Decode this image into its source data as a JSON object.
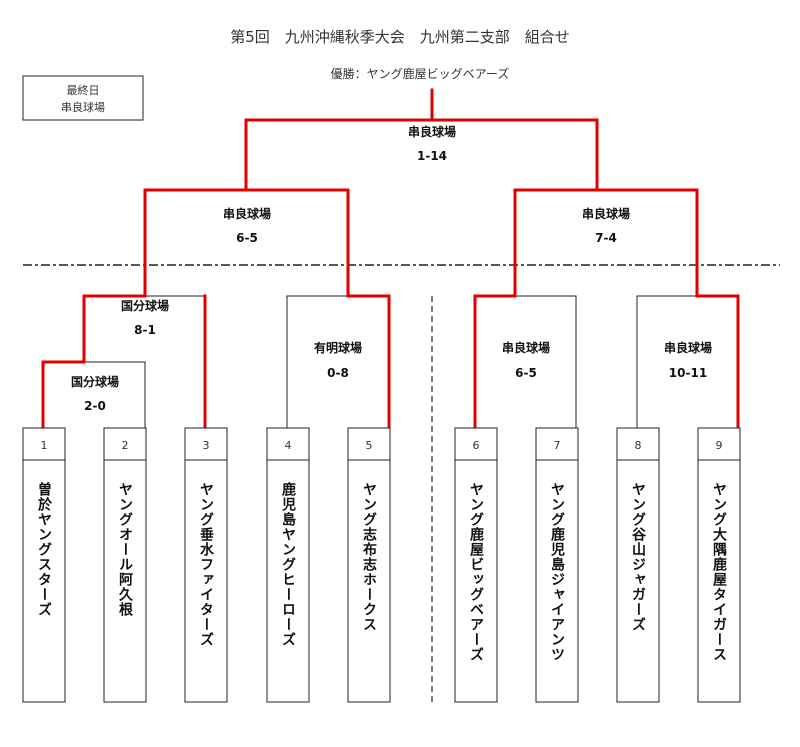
{
  "title": "第5回　九州沖縄秋季大会　九州第二支部　組合せ",
  "champion": "優勝：ヤング鹿屋ビッグベアーズ",
  "info_box": {
    "line1": "最終日",
    "line2": "串良球場"
  },
  "teams": [
    {
      "seed": "1",
      "name": "曽於ヤングスターズ"
    },
    {
      "seed": "2",
      "name": "ヤングオール阿久根"
    },
    {
      "seed": "3",
      "name": "ヤング垂水ファイターズ"
    },
    {
      "seed": "4",
      "name": "鹿児島ヤングヒーローズ"
    },
    {
      "seed": "5",
      "name": "ヤング志布志ホークス"
    },
    {
      "seed": "6",
      "name": "ヤング鹿屋ビッグベアーズ"
    },
    {
      "seed": "7",
      "name": "ヤング鹿児島ジャイアンツ"
    },
    {
      "seed": "8",
      "name": "ヤング谷山ジャガーズ"
    },
    {
      "seed": "9",
      "name": "ヤング大隅鹿屋タイガース"
    }
  ],
  "matches": {
    "r1": {
      "venue": "国分球場",
      "score": "2-0"
    },
    "r2a": {
      "venue": "国分球場",
      "score": "8-1"
    },
    "r2b": {
      "venue": "有明球場",
      "score": "0-8"
    },
    "r2c": {
      "venue": "串良球場",
      "score": "6-5"
    },
    "r2d": {
      "venue": "串良球場",
      "score": "10-11"
    },
    "sf1": {
      "venue": "串良球場",
      "score": "6-5"
    },
    "sf2": {
      "venue": "串良球場",
      "score": "7-4"
    },
    "final": {
      "venue": "串良球場",
      "score": "1-14"
    }
  }
}
